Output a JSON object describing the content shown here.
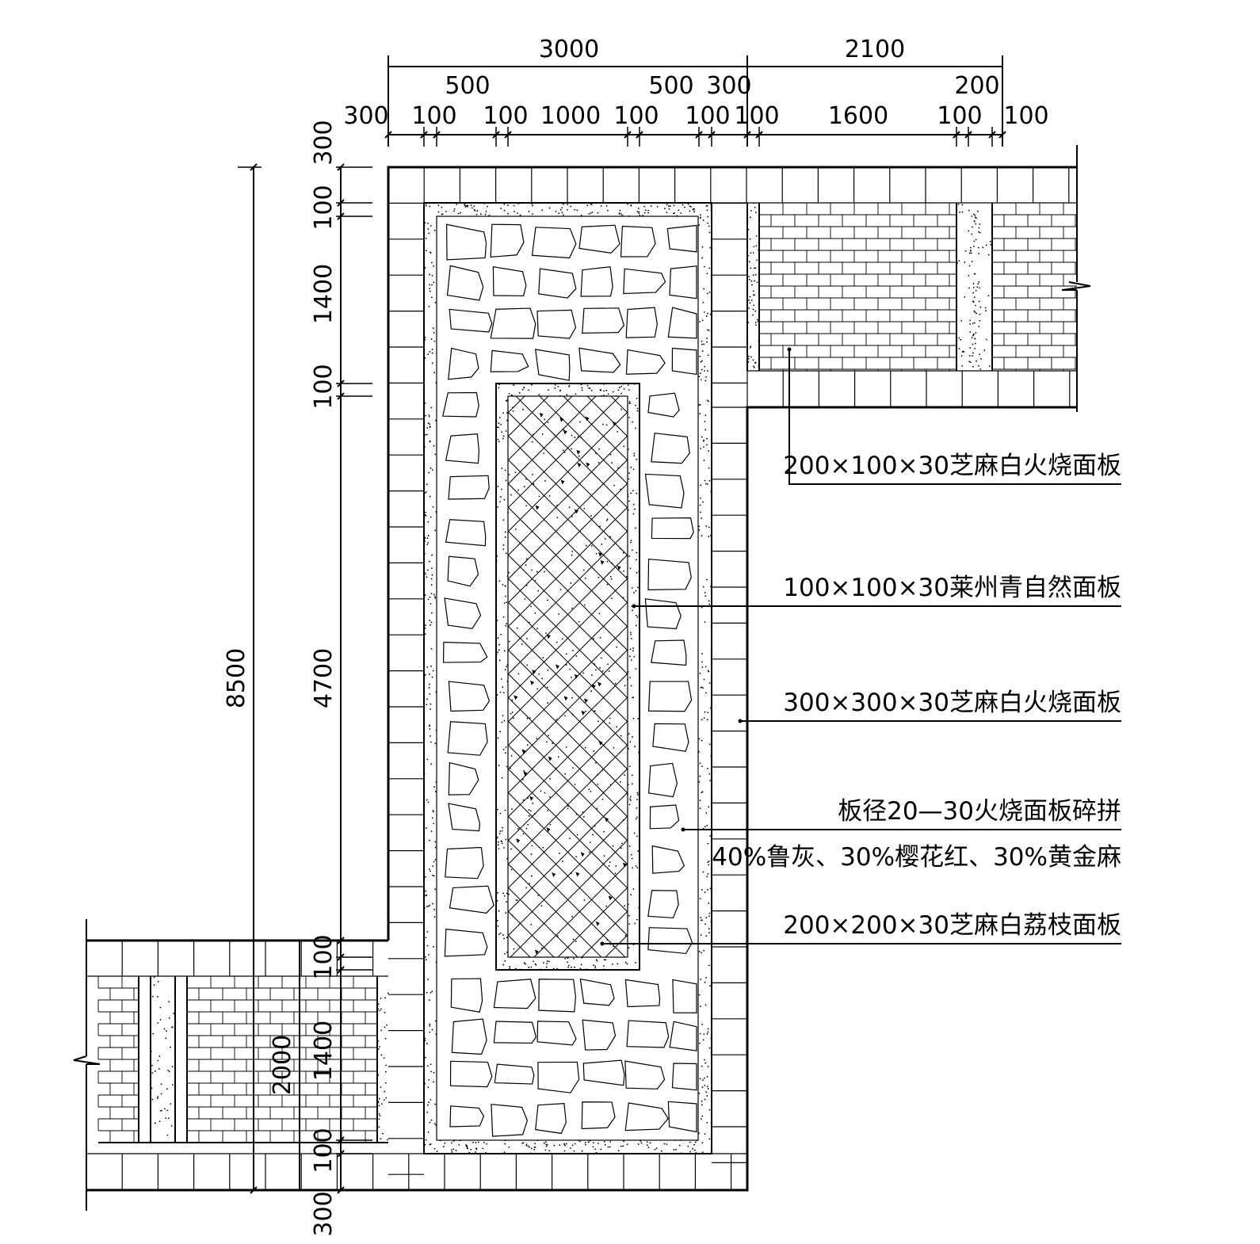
{
  "top_dims": {
    "row1": [
      "3000",
      "2100"
    ],
    "row2": [
      "500",
      "500",
      "300",
      "200"
    ],
    "row3": [
      "300",
      "100",
      "100",
      "1000",
      "100",
      "100",
      "100",
      "1600",
      "100",
      "100"
    ]
  },
  "left_dims": {
    "outer": [
      "8500",
      "2000"
    ],
    "inner": [
      "300",
      "100",
      "1400",
      "100",
      "4700",
      "100",
      "1400",
      "100",
      "300"
    ]
  },
  "labels": [
    "200×100×30芝麻白火烧面板",
    "100×100×30莱州青自然面板",
    "300×300×30芝麻白火烧面板",
    "板径20—30火烧面板碎拼",
    "40%鲁灰、30%樱花红、30%黄金麻",
    "200×200×30芝麻白荔枝面板"
  ]
}
